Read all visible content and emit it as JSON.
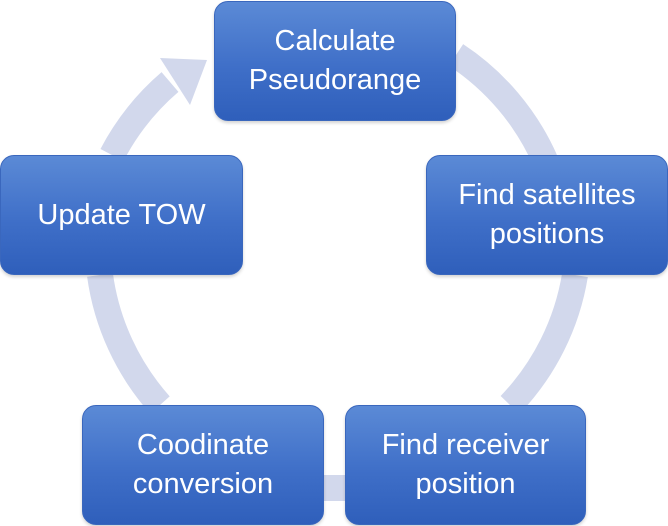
{
  "diagram": {
    "type": "cycle",
    "arc_color": "#d2d8ec",
    "node_color": "#4472c4",
    "steps": [
      {
        "id": "calculate-pseudorange",
        "label": "Calculate\nPseudorange"
      },
      {
        "id": "find-satellites-positions",
        "label": "Find satellites\npositions"
      },
      {
        "id": "find-receiver-position",
        "label": "Find receiver\nposition"
      },
      {
        "id": "coordinate-conversion",
        "label": "Coodinate\nconversion"
      },
      {
        "id": "update-tow",
        "label": "Update TOW"
      }
    ]
  }
}
